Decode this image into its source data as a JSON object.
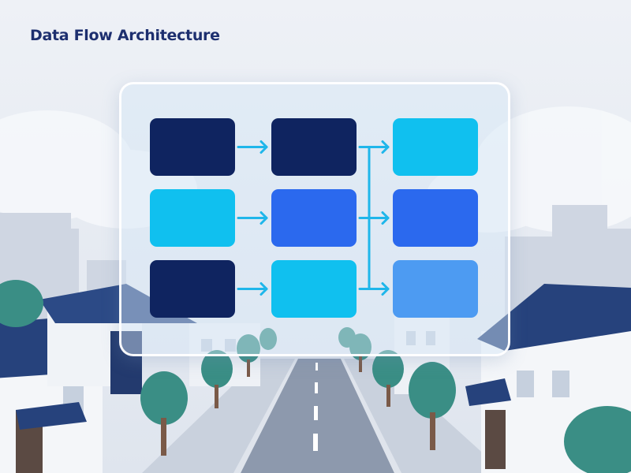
{
  "title": "Data Flow Architecture",
  "colors": {
    "navy": "#0f2460",
    "sky": "#10c0ef",
    "royal": "#2b69ee",
    "light_blue": "#4d9bf2",
    "arrow": "#1fb6ea",
    "title": "#1d2f6f"
  },
  "diagram": {
    "columns": [
      {
        "nodes": [
          {
            "color": "navy"
          },
          {
            "color": "sky"
          },
          {
            "color": "navy"
          }
        ]
      },
      {
        "nodes": [
          {
            "color": "navy"
          },
          {
            "color": "royal"
          },
          {
            "color": "sky"
          }
        ]
      },
      {
        "nodes": [
          {
            "color": "sky"
          },
          {
            "color": "royal"
          },
          {
            "color": "light_blue"
          }
        ]
      }
    ],
    "edges": [
      {
        "from": [
          0,
          0
        ],
        "to": [
          1,
          0
        ]
      },
      {
        "from": [
          0,
          1
        ],
        "to": [
          1,
          1
        ]
      },
      {
        "from": [
          0,
          2
        ],
        "to": [
          1,
          2
        ]
      },
      {
        "from": [
          1,
          0
        ],
        "to": [
          2,
          0
        ]
      },
      {
        "from": [
          1,
          1
        ],
        "to": [
          2,
          1
        ]
      },
      {
        "from": [
          1,
          2
        ],
        "to": [
          2,
          2
        ]
      }
    ],
    "fan_out_bus": true
  }
}
